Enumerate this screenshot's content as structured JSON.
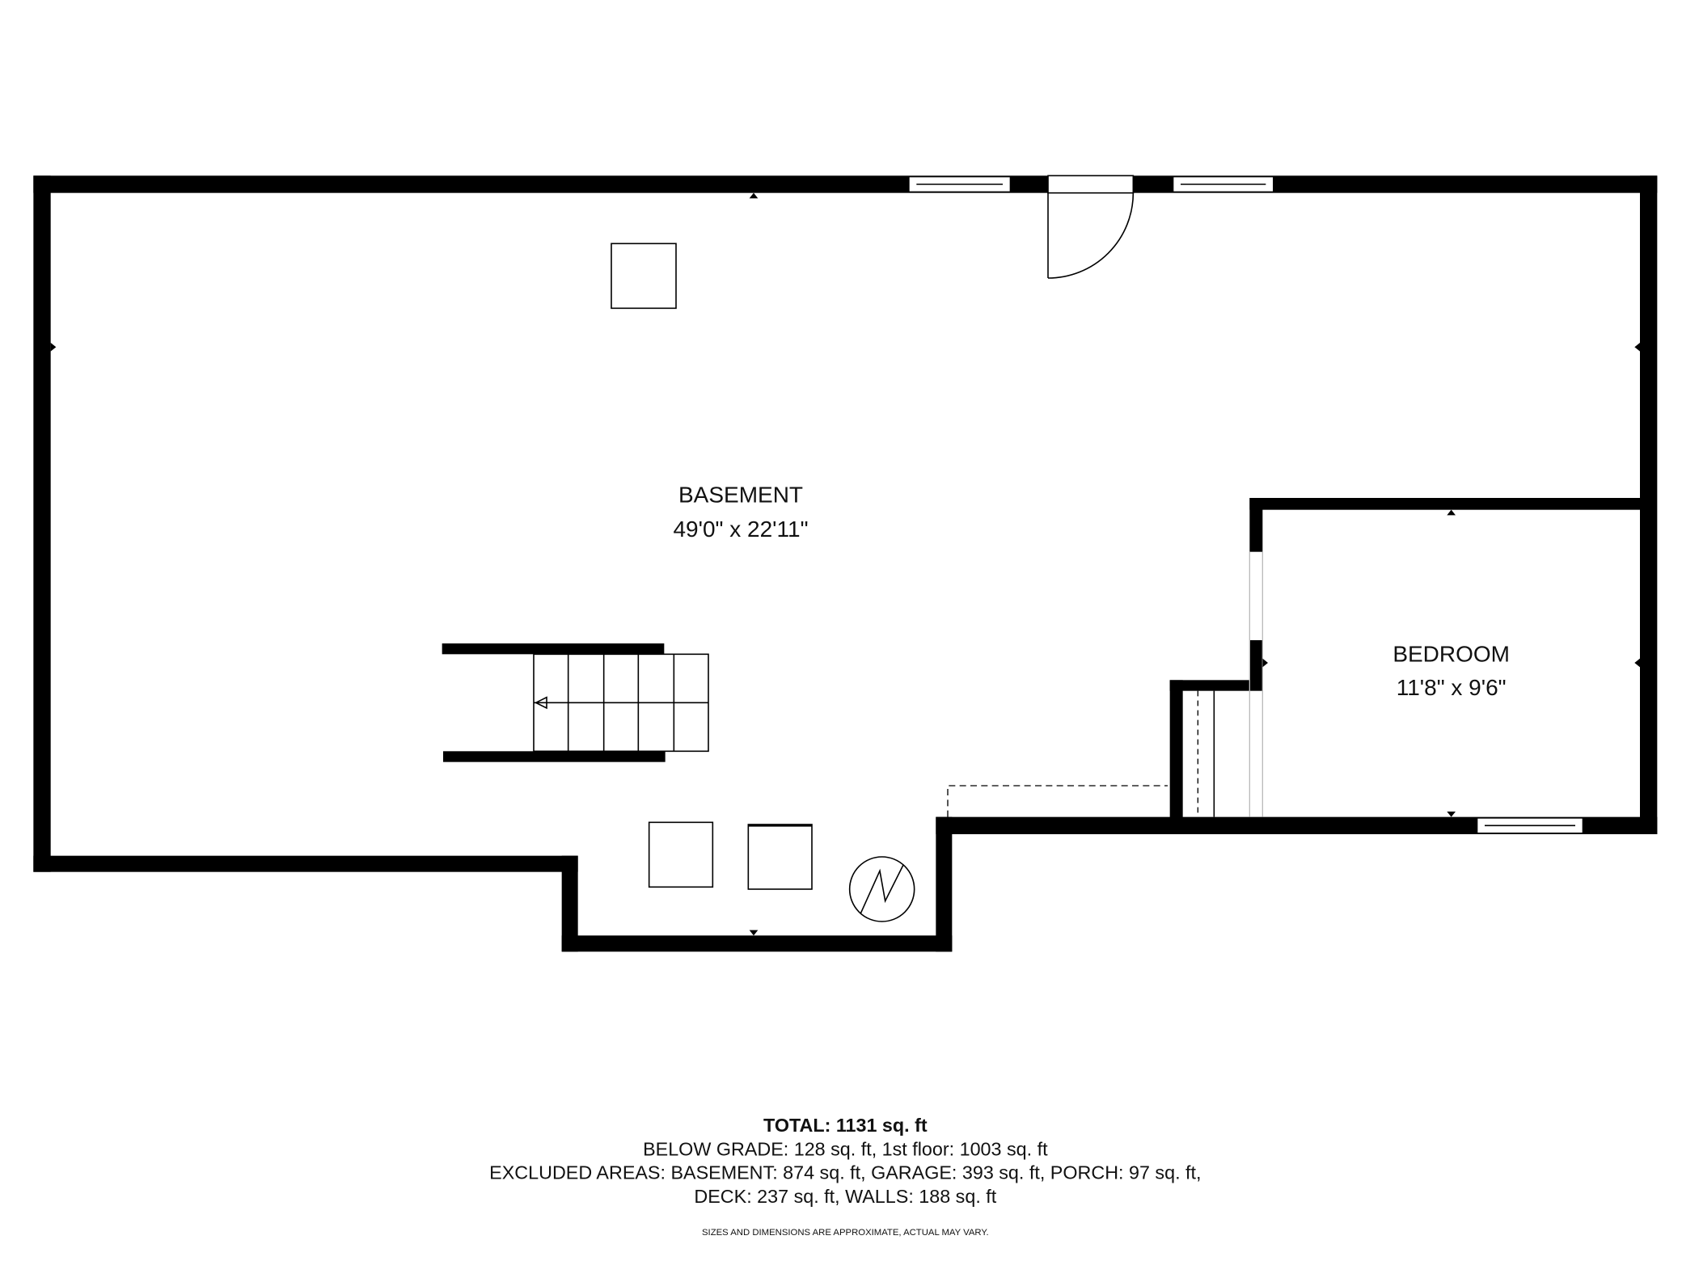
{
  "rooms": [
    {
      "name": "BASEMENT",
      "dimensions": "49'0\" x 22'11\""
    },
    {
      "name": "BEDROOM",
      "dimensions": "11'8\" x 9'6\""
    }
  ],
  "summary": {
    "total": "TOTAL: 1131 sq. ft",
    "line1": "BELOW GRADE: 128 sq. ft, 1st floor: 1003 sq. ft",
    "line2": "EXCLUDED AREAS: BASEMENT: 874 sq. ft, GARAGE: 393 sq. ft, PORCH: 97 sq. ft,",
    "line3": "DECK: 237 sq. ft, WALLS: 188 sq. ft",
    "disclaimer": "SIZES AND DIMENSIONS ARE APPROXIMATE, ACTUAL MAY VARY."
  }
}
